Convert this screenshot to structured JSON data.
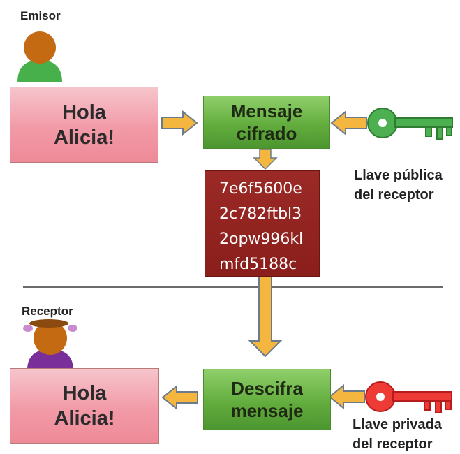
{
  "sender": {
    "role_label": "Emisor",
    "message_lines": [
      "Hola",
      "Alicia!"
    ]
  },
  "encrypt_box": {
    "lines": [
      "Mensaje",
      "cifrado"
    ]
  },
  "ciphertext": {
    "lines": [
      "7e6f5600e",
      "2c782ftbl3",
      "2opw996kl",
      "mfd5188c"
    ]
  },
  "public_key": {
    "label_lines": [
      "Llave pública",
      "del receptor"
    ],
    "color": "#4caf50"
  },
  "receiver": {
    "role_label": "Receptor",
    "message_lines": [
      "Hola",
      "Alicia!"
    ]
  },
  "decrypt_box": {
    "lines": [
      "Descifra",
      "mensaje"
    ]
  },
  "private_key": {
    "label_lines": [
      "Llave privada",
      "del receptor"
    ],
    "color": "#e53935"
  },
  "colors": {
    "arrow_fill": "#f4b63f",
    "arrow_stroke": "#6b7b8c",
    "message_box": "#f29aa7",
    "green_box": "#63ad3e",
    "cipher_box": "#8a1e1b"
  }
}
